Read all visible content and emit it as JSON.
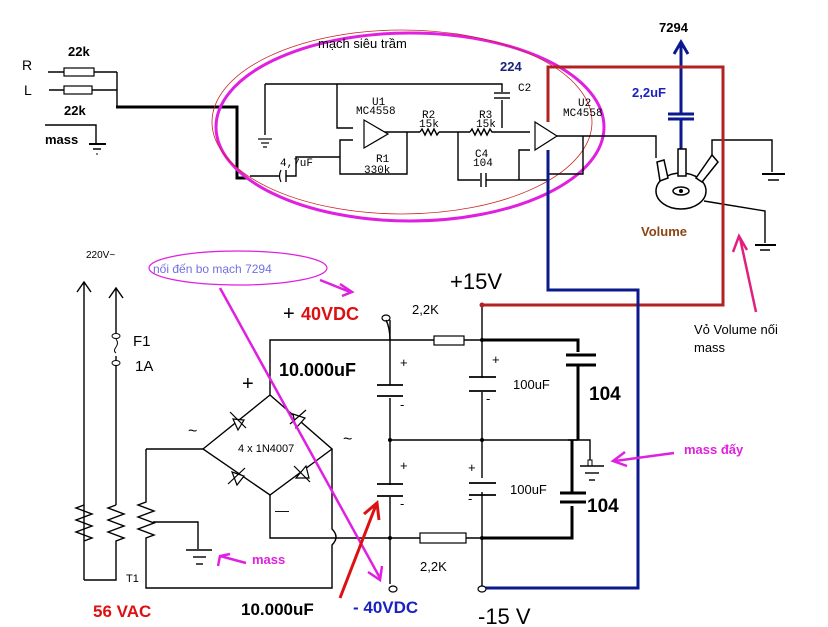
{
  "colors": {
    "wire": "#000000",
    "power_red": "#b22222",
    "power_blue": "#0a1a8c",
    "annotation_magenta": "#e020e0",
    "label_red": "#dd1111",
    "label_blue": "#1a22c0",
    "volume_brown": "#8b4513",
    "label_lavender": "#7070e0"
  },
  "input": {
    "r_label": "R",
    "l_label": "L",
    "r_resistor": "22k",
    "l_resistor": "22k",
    "mass_label": "mass"
  },
  "subwoofer": {
    "title": "mạch siêu trầm",
    "u1_name": "U1",
    "u1_model": "MC4558",
    "u2_name": "U2",
    "u2_model": "MC4558",
    "r1_name": "R1",
    "r1_value": "330k",
    "r2_name": "R2",
    "r2_value": "15k",
    "r3_name": "R3",
    "r3_value": "15k",
    "c2_name": "C2",
    "c2_value": "224",
    "c4_name": "C4",
    "c4_value": "104",
    "cin_value": "4,7uF"
  },
  "output": {
    "target": "7294",
    "coupling_cap": "2,2uF",
    "volume_label": "Volume",
    "volume_note_line1": "Vỏ Volume nối",
    "volume_note_line2": "mass"
  },
  "power": {
    "mains": "220V~",
    "fuse_name": "F1",
    "fuse_rating": "1A",
    "transformer": "T1",
    "secondary": "56 VAC",
    "bridge": "4 x   1N4007",
    "bridge_plus": "+",
    "bridge_minus": "—",
    "ac_symbol": "~",
    "pos_rail_sign": "+",
    "pos_rail": "40VDC",
    "neg_rail": "- 40VDC",
    "pos_reg": "+15V",
    "neg_reg": "-15 V",
    "res_top": "2,2K",
    "res_bottom": "2,2K",
    "cap_big_top": "10.000uF",
    "cap_big_bottom": "10.000uF",
    "cap_small_top": "100uF",
    "cap_small_bottom": "100uF",
    "cer_top": "104",
    "cer_bottom": "104",
    "note_7294": "nối đến bo mạch 7294",
    "mass_label": "mass",
    "mass_ground_label": "mass đấy"
  }
}
